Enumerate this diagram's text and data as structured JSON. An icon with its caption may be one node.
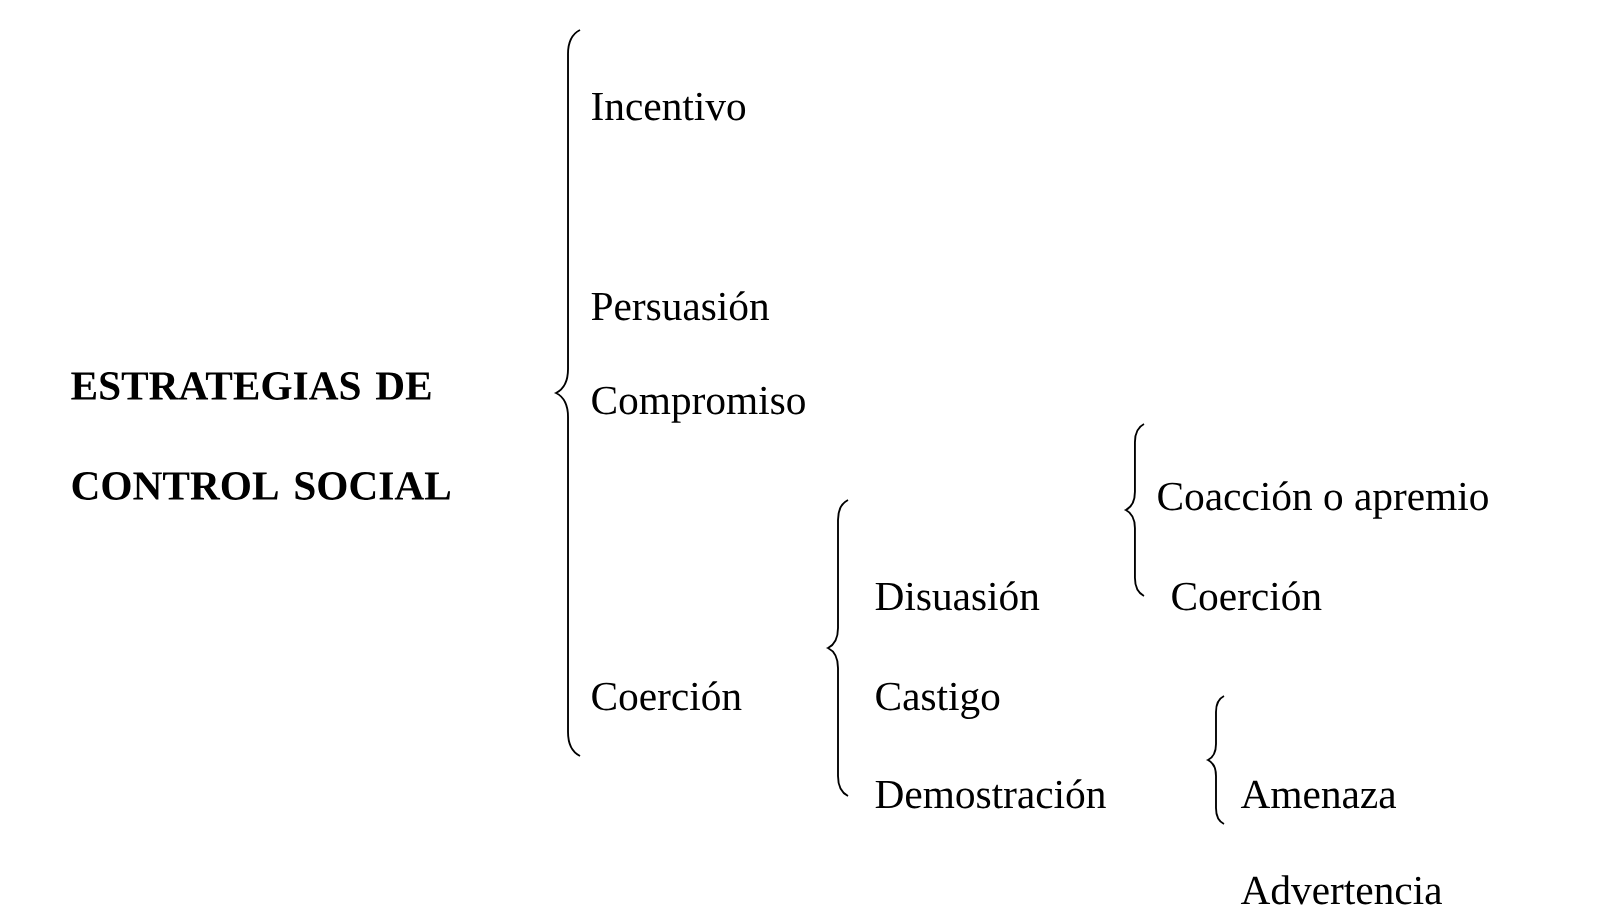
{
  "diagram": {
    "labels": [
      "ESTRATEGIAS DE CONTROL SOCIAL",
      "Incentivo",
      "Persuasión",
      "Compromiso",
      "Coerción",
      "Disuasión",
      "Castigo",
      "Demostración",
      "Coacción o apremio",
      "Coerción",
      "Amenaza",
      "Advertencia"
    ]
  }
}
